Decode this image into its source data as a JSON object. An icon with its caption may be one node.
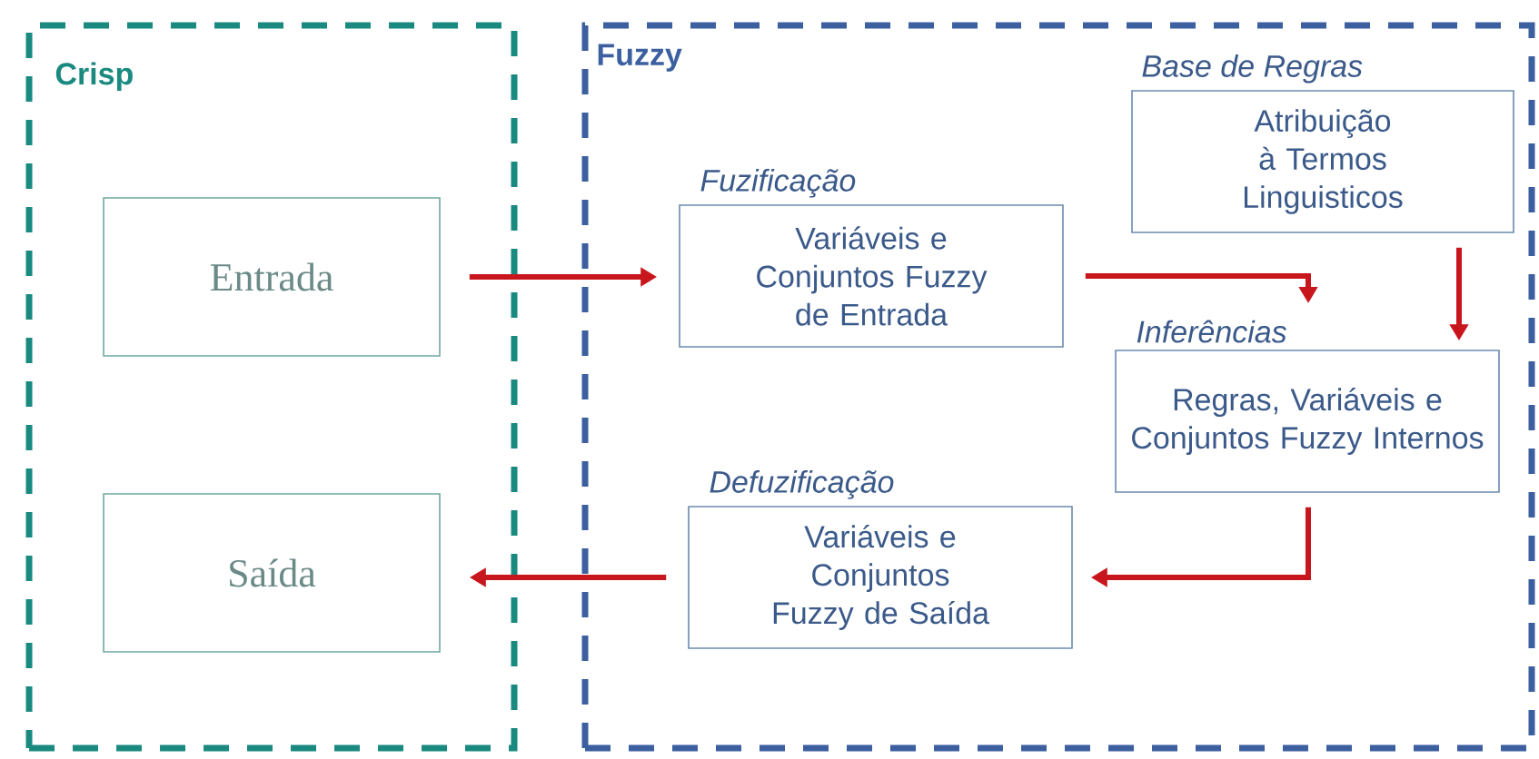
{
  "diagram": {
    "nodes": [
      {
        "text": [
          "Crisp"
        ]
      },
      {
        "text": [
          "Entrada"
        ],
        "in": 0
      },
      {
        "text": [
          "Saída"
        ],
        "in": 0
      },
      {
        "text": [
          "Fuzzy"
        ]
      },
      {
        "text": [
          "Fuzificação",
          "Variáveis e Conjuntos Fuzzy de Entrada"
        ],
        "in": 3
      },
      {
        "text": [
          "Base de Regras",
          "Atribuição à Termos Linguisticos"
        ],
        "in": 3
      },
      {
        "text": [
          "Inferências",
          "Regras, Variáveis e Conjuntos Fuzzy Internos"
        ],
        "in": 3
      },
      {
        "text": [
          "Defuzificação",
          "Variáveis e Conjuntos Fuzzy de Saída"
        ],
        "in": 3
      }
    ],
    "edges": [
      {
        "from": 1,
        "to": 4,
        "arrow": "to"
      },
      {
        "from": 4,
        "to": 6,
        "arrow": "to"
      },
      {
        "from": 5,
        "to": 6,
        "arrow": "to"
      },
      {
        "from": 6,
        "to": 7,
        "arrow": "to"
      },
      {
        "from": 7,
        "to": 2,
        "arrow": "to"
      }
    ]
  }
}
